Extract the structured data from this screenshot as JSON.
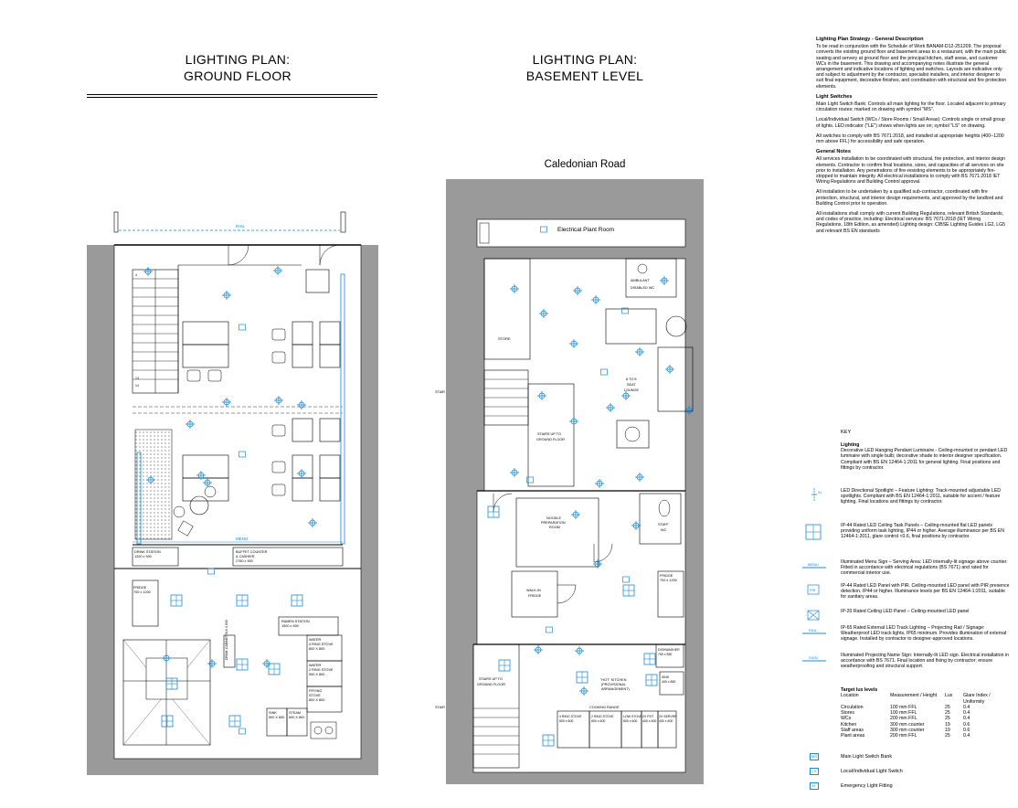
{
  "titles": {
    "ground_line1": "LIGHTING PLAN:",
    "ground_line2": "GROUND FLOOR",
    "basement_line1": "LIGHTING  PLAN:",
    "basement_line2": "BASEMENT LEVEL",
    "street": "Caledonian Road"
  },
  "ground_labels": {
    "rail": "RAIL",
    "menu": "MENU",
    "drink_station": "DRINK STATION",
    "drink_station_size": "1200 x 900",
    "buffet": "BUFFET COUNTER",
    "buffet2": "& CASHIER",
    "buffet_size": "2760 x 900",
    "fridge": "FRIDGE",
    "fridge_size": "700 x 1200",
    "ramen": "RAMEN STATION",
    "ramen_size": "1500 x 500",
    "water1": "WATER",
    "water1b": "4 RING STOVE",
    "water1_size": "800 X 800",
    "water2": "WATER",
    "water2b": "2 RING STOVE",
    "water2_size": "500 X 800",
    "frying": "FRYING",
    "frying2": "STOVE",
    "frying_size": "800 X 800",
    "sink": "SINK",
    "sink_size": "500 X 800",
    "steam": "STEAM",
    "steam_size": "500 X 800",
    "cabinet": "DRINK CABINET 616 X 600"
  },
  "basement_labels": {
    "plant_room": "Electrical Plant Room",
    "ambulant": "AMBULANT",
    "disabled_wc": "DISABLED WC",
    "store": "STORE",
    "lounge1": "8 TO 8",
    "lounge2": "SEAT",
    "lounge3": "LOUNGE",
    "stairs_ground": "STAIRS UP TO",
    "stairs_ground2": "GROUND FLOOR",
    "noodle": "NOODLE",
    "noodle2": "PREPARATION",
    "noodle3": "ROOM",
    "staff_wc": "STAFF",
    "staff_wc2": "WC",
    "walkin": "WALK-IN",
    "walkin2": "FRIDGE",
    "fridge": "FRIDGE",
    "fridge_size": "700 x 1200",
    "dishwasher": "DISHWASHER",
    "dishwasher_size": "750 x 850",
    "sink": "SINK",
    "sink_size": "400 x 850",
    "hot_kitchen": "\"HOT\" KITCHEN",
    "hot_kitchen2": "(PROVISIONAL",
    "hot_kitchen3": "ARRANGEMENT)",
    "cooking_range": "COOKING RANGE",
    "stairs_up2": "STAIRS UP TO",
    "stairs_up2b": "GROUND FLOOR",
    "ring4": "4 RING STOVE",
    "ring4_size": "800 x 600",
    "ring2": "2 RING STOVE",
    "ring2_size": "800 x 600",
    "lowstove": "LOW STOVE",
    "lowstove_size": "800 x 600",
    "pot": "2X POT",
    "pot_size": "400 x 600",
    "sink2": "2X SERVER",
    "sink2_size": "400 x 600",
    "stair_left": "STAIR"
  },
  "notes": {
    "heading": "Lighting Plan Strategy - General Description",
    "p1": "To be read in conjunction with the Schedule of Work BANAM-D12-251209. The proposal converts the existing ground floor and basement areas to a restaurant, with the main public seating and servery at ground floor and the principal kitchen, staff areas, and customer WCs in the basement. This drawing and accompanying notes illustrate the general arrangement and indicative locations of lighting and switches. Layouts are indicative only and subject to adjustment by the contractor, specialist installers, and interior designer to suit final equipment, decorative finishes, and coordination with structural and fire protection elements.",
    "h2": "Light Switches",
    "p2": "Main Light Switch Bank: Controls all main lighting for the floor. Located adjacent to primary circulation routes; marked on drawing with symbol \"MS\".",
    "p3": "Local/Individual Switch (WCs / Store Rooms / Small Areas): Controls single or small group of lights. LED indicator (\"LE\") shows when lights are on; symbol \"LS\" on drawing.",
    "p4": "All switches to comply with BS 7671:2018, and installed at appropriate heights (400–1200 mm above FFL) for accessibility and safe operation.",
    "h3": "General Notes",
    "p5": "All services installation to be coordinated with structural, fire protection, and interior design elements. Contractor to confirm final locations, sizes, and capacities of all services on site prior to installation. Any penetrations of fire-resisting elements to be appropriately fire-stopped to maintain integrity. All electrical installations to comply with BS 7671:2018 IET Wiring Regulations and Building Control approval.",
    "p6": "All installation to be undertaken by a qualified sub-contractor, coordinated with fire protection, structural, and interior design requirements, and approved by the landlord and Building Control prior to operation.",
    "p7": "All installations shall comply with current Building Regulations, relevant British Standards, and codes of practice, including: Electrical services: BS 7671:2018 (IET Wiring Regulations, 18th Edition, as amended) Lighting design: CIBSE Lighting Guides LG2, LG5 and relevant BS EN standards"
  },
  "key": {
    "title": "KEY",
    "k1": "Lighting",
    "k1b": "Decorative LED Hanging Pendant Luminaire - Ceiling-mounted or pendant LED luminaire with single bulb; decorative shade to interior designer specification. Compliant with BS EN 12464-1:2011 for general lighting. Final positions and fittings by contractor.",
    "k2": "LED Directional Spotlight – Feature Lighting: Track-mounted adjustable LED spotlights. Compliant with BS EN 12464-1:2011, suitable for accent / feature lighting. Final locations and fittings by contractor.",
    "k3": "IP-44 Rated LED Ceiling Task Panels – Ceiling-mounted flat LED panels providing uniform task lighting,  IP44 or higher. Average illuminance per BS EN 12464-1:2011, glare control <0.6, final positions by contractor.",
    "k4": "Illuminated Menu Sign – Serving Area: LED internally-lit signage above counter. Fitted in accordance with electrical regulations (BS 7671) and rated for commercial interior use.",
    "k5": "IP-44 Rated LED Panel with PIR. Ceiling-mounted LED panel with PIR presence detection. IP44 or higher. Illuminance levels per BS EN 12464-1:2011, suitable for sanitary areas.",
    "k6": "IP-20 Rated Ceiling LED Panel – Ceiling-mounted LED panel",
    "k7": "IP-65 Rated External LED Track Lighting – Projecting Rail / Signage: Weatherproof LED track lights, IP65 minimum. Provides illumination of external signage. Installed by contractor to designer-approved locations.",
    "k8": "Illuminated Projecting Name Sign: Internally-lit LED sign. Electrical installation in accordance with BS 7671. Final location and fixing by contractor; ensure weatherproofing and structural support.",
    "menu_icon": "MENU",
    "rail_icon": "RAIL",
    "sign_icon": "SIGN",
    "pir_icon": "PIR",
    "s1_icon": "S1"
  },
  "lux": {
    "heading": "Target lux levels",
    "cols": [
      "Location",
      "Measurement / Height",
      "Lux",
      "Glare Index / Uniformity"
    ],
    "rows": [
      [
        "Circulation",
        "100 mm FFL",
        "25",
        "0.4"
      ],
      [
        "Stores",
        "100 mm FFL",
        "25",
        "0.4"
      ],
      [
        "WCs",
        "200 mm FFL",
        "25",
        "0.4"
      ],
      [
        "Kitchen",
        "300 mm counter",
        "19",
        "0.6"
      ],
      [
        "Staff areas",
        "300 mm counter",
        "19",
        "0.6"
      ],
      [
        "Plant areas",
        "200 mm FFL",
        "25",
        "0.4"
      ]
    ]
  },
  "legend": {
    "ms": "Main Light Switch Bank",
    "ls": "Local/Individual Light Switch",
    "el": "Emergency Light Fitting",
    "ms_sym": "MS",
    "ls_sym": "LS",
    "el_sym": "EL"
  },
  "colors": {
    "blue": "#1a8ad4",
    "wall_grey": "#9a9a9a"
  }
}
